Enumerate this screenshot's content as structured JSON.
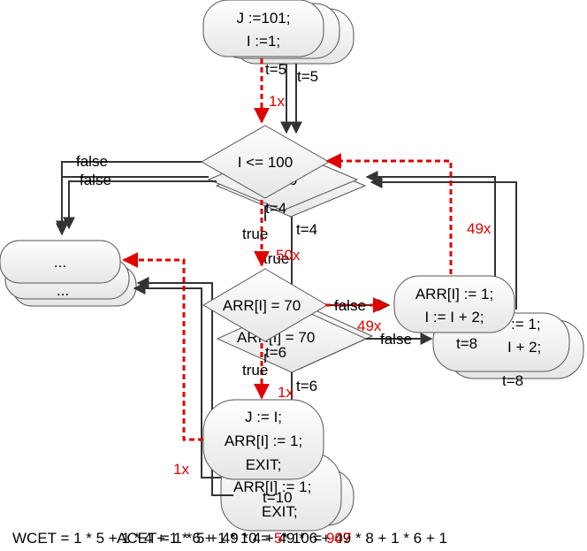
{
  "nodes": {
    "init": {
      "lines": [
        "J :=101;",
        "I :=1;"
      ]
    },
    "cond": {
      "text": "I <= 100",
      "shadow_text": "100"
    },
    "other": {
      "text": "...",
      "shadow_text": "..."
    },
    "branch": {
      "text": "ARR[I] = 70",
      "shadow_text": "ARR[I] = 70"
    },
    "update": {
      "lines": [
        "ARR[I] := 1;",
        "I := I + 2;"
      ],
      "shadow_lines": [
        ":= 1;",
        "I + 2;"
      ]
    },
    "exit": {
      "lines": [
        "J := I;",
        "ARR[I] := 1;",
        "EXIT;"
      ],
      "shadow_lines": [
        "ARR[I] := 1;",
        "EXIT;"
      ]
    }
  },
  "edge_labels": {
    "false_cond": "false",
    "false_cond_shadow": "false",
    "true_cond": "true",
    "true_cond_shadow": "true",
    "false_branch": "false",
    "false_branch_shadow": "false",
    "true_branch": "true"
  },
  "times": {
    "t_init": "t=5",
    "t_init_shadow": "t=5",
    "t_cond": "t=4",
    "t_cond_shadow": "t=4",
    "t_branch": "t=6",
    "t_branch_shadow": "t=6",
    "t_update": "t=8",
    "t_update_shadow": "t=8",
    "t_exit": "t=10"
  },
  "counts": {
    "init_to_cond": "1x",
    "cond_to_branch": "50x",
    "branch_false": "49x",
    "loop_back": "49x",
    "branch_true": "1x",
    "exit_to_other": "1x"
  },
  "formula": {
    "prefix": "WCET = 1 * 5 + 1 * 4 + 1 * 6 + 1 * 10 = ",
    "overlay": "ACET = 1 * 5 + 49 * 4 + 49 * 6 + 49 * 8 + 1 * 6 + 1",
    "tail": "5",
    "times_ten": "* 10 = ",
    "result": "907"
  },
  "colors": {
    "highlight": "#e00000",
    "node_fill": "#f2f2f2",
    "stroke": "#404040"
  }
}
